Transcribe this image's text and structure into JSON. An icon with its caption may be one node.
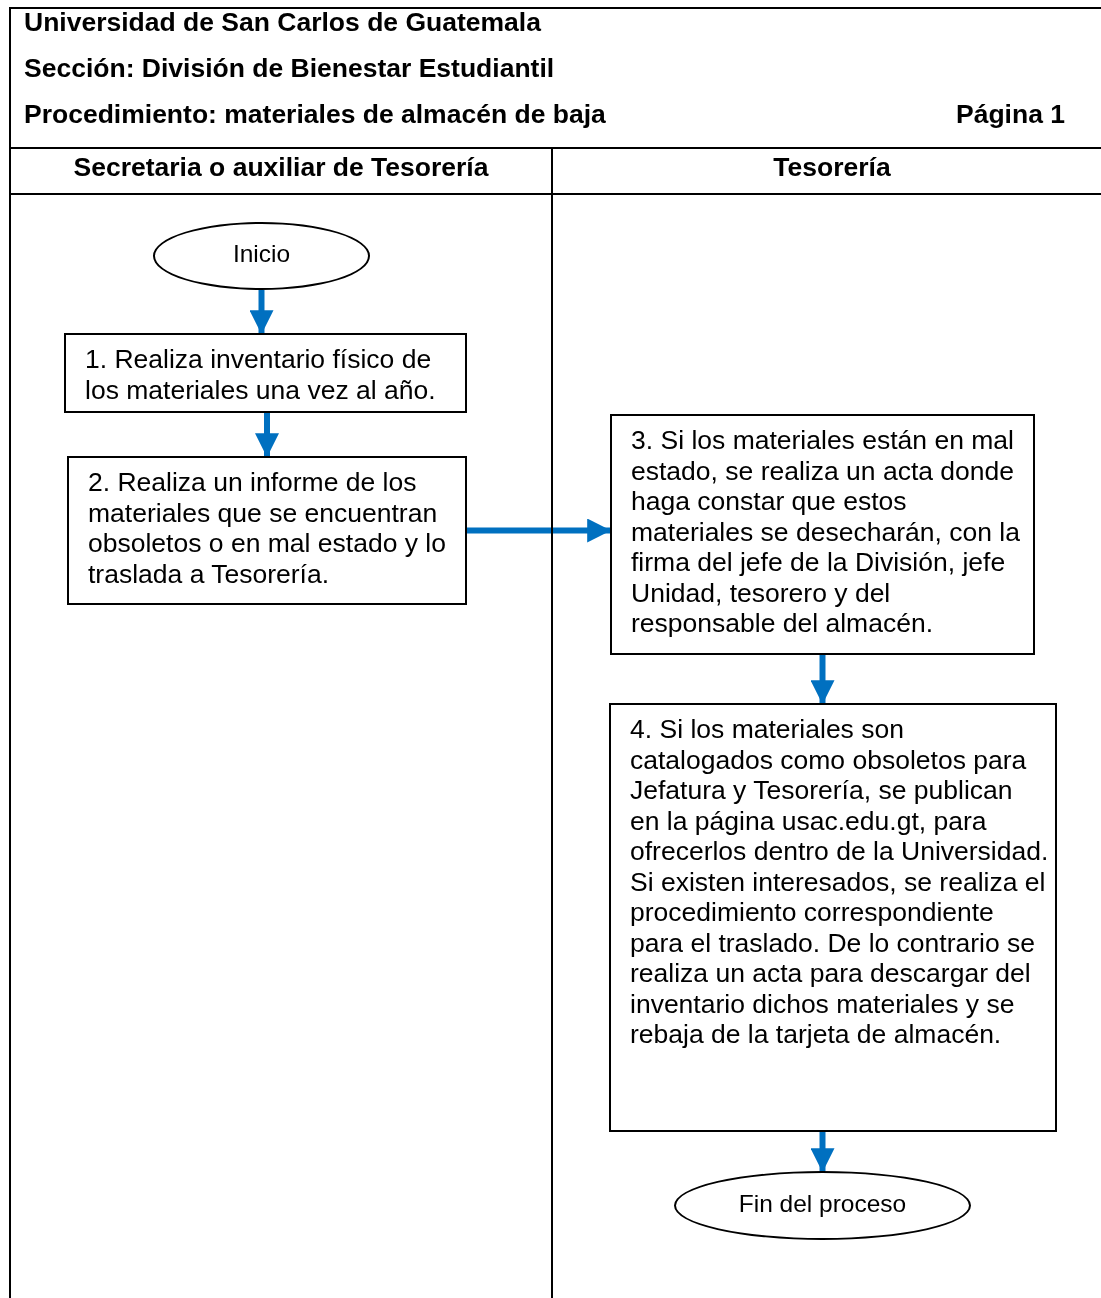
{
  "diagram": {
    "title": "Universidad de San Carlos de Guatemala",
    "nodes": [
      {
        "text": [
          "Secretaria o auxiliar de Tesorería"
        ]
      },
      {
        "text": [
          "Tesorería"
        ]
      },
      {
        "text": [
          "Inicio"
        ],
        "in": 0
      },
      {
        "text": [
          "1. Realiza inventario físico de los materiales una vez al año."
        ],
        "in": 0
      },
      {
        "text": [
          "2. Realiza un informe de los materiales que se encuentran obsoletos o en mal estado y lo traslada a Tesorería."
        ],
        "in": 0
      },
      {
        "text": [
          "3. Si los materiales están en mal estado, se realiza un acta donde haga constar que estos materiales se desecharán, con la firma del jefe de la División, jefe Unidad, tesorero y del responsable del almacén."
        ],
        "in": 1
      },
      {
        "text": [
          "4. Si los materiales son catalogados como obsoletos para Jefatura y Tesorería, se publican en la página usac.edu.gt, para ofrecerlos dentro de la Universidad. Si existen interesados, se realiza el procedimiento correspondiente para el traslado. De lo contrario se realiza un acta para descargar del inventario dichos materiales y se rebaja de la tarjeta de almacén."
        ],
        "in": 1
      },
      {
        "text": [
          "Fin del proceso"
        ],
        "in": 1
      }
    ],
    "edges": [
      {
        "from": 2,
        "to": 3,
        "arrow": "to"
      },
      {
        "from": 3,
        "to": 4,
        "arrow": "to"
      },
      {
        "from": 4,
        "to": 5,
        "arrow": "to"
      },
      {
        "from": 5,
        "to": 6,
        "arrow": "to"
      },
      {
        "from": 6,
        "to": 7,
        "arrow": "to"
      }
    ],
    "labels": [
      "Sección: División de Bienestar Estudiantil",
      "Procedimiento: materiales de almacén de baja",
      "Página 1"
    ]
  }
}
